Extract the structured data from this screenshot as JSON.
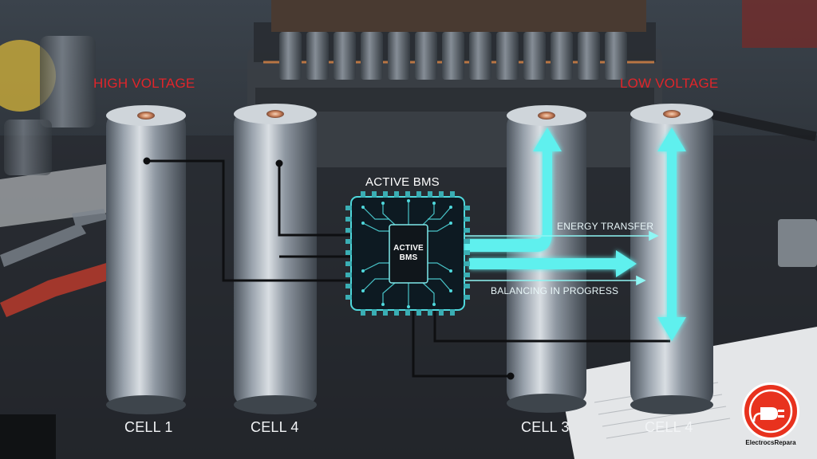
{
  "labels": {
    "high_voltage": "HIGH VOLTAGE",
    "low_voltage": "LOW VOLTAGE",
    "bms_title": "ACTIVE BMS",
    "chip_line1": "ACTIVE",
    "chip_line2": "BMS",
    "energy_transfer": "ENERGY TRANSFER",
    "balancing": "BALANCING IN PROGRESS"
  },
  "cells": [
    {
      "label": "CELL 1"
    },
    {
      "label": "CELL 4"
    },
    {
      "label": "CELL 3"
    },
    {
      "label": "CELL 4"
    }
  ],
  "logo": {
    "text": "ElectrocsRepara",
    "icon": "plug-icon"
  },
  "colors": {
    "high_voltage": "#e0252a",
    "low_voltage": "#e0252a",
    "energy_flow": "#5ff0ee",
    "chip_border": "#4fd8dc",
    "logo": "#e8321e"
  }
}
